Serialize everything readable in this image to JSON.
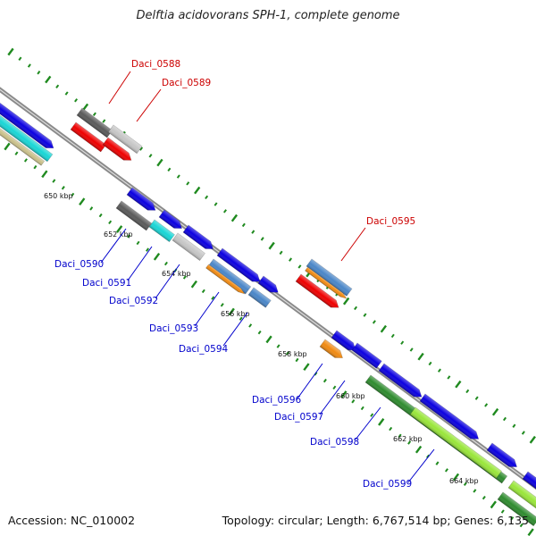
{
  "title": "Delftia acidovorans SPH-1, complete genome",
  "footer": {
    "accession": "Accession: NC_010002",
    "topology": "Topology: circular; Length: 6,767,514 bp; Genes: 6,135"
  },
  "colors": {
    "background": "#ffffff",
    "backbone": "#8a8a8a",
    "tick": "#1f8a1f",
    "label_red": "#cc0000",
    "label_blue": "#0000cc",
    "blue": "#0b00e0",
    "red": "#ee0000",
    "dark_gray": "#5a5a5a",
    "light_gray": "#c6c6c6",
    "cyan": "#19d6d6",
    "tan": "#c9c08a",
    "orange": "#f08a12",
    "steel_blue": "#4a86c8",
    "green": "#2e8b2e",
    "light_green": "#99e63a"
  },
  "scale_labels": [
    "650 kbp",
    "652 kbp",
    "654 kbp",
    "656 kbp",
    "658 kbp",
    "660 kbp",
    "662 kbp",
    "664 kbp"
  ],
  "genes": [
    {
      "id": "Daci_0588",
      "label_color": "red"
    },
    {
      "id": "Daci_0589",
      "label_color": "red"
    },
    {
      "id": "Daci_0590",
      "label_color": "blue"
    },
    {
      "id": "Daci_0591",
      "label_color": "blue"
    },
    {
      "id": "Daci_0592",
      "label_color": "blue"
    },
    {
      "id": "Daci_0593",
      "label_color": "blue"
    },
    {
      "id": "Daci_0594",
      "label_color": "blue"
    },
    {
      "id": "Daci_0595",
      "label_color": "red"
    },
    {
      "id": "Daci_0596",
      "label_color": "blue"
    },
    {
      "id": "Daci_0597",
      "label_color": "blue"
    },
    {
      "id": "Daci_0598",
      "label_color": "blue"
    },
    {
      "id": "Daci_0599",
      "label_color": "blue"
    }
  ]
}
